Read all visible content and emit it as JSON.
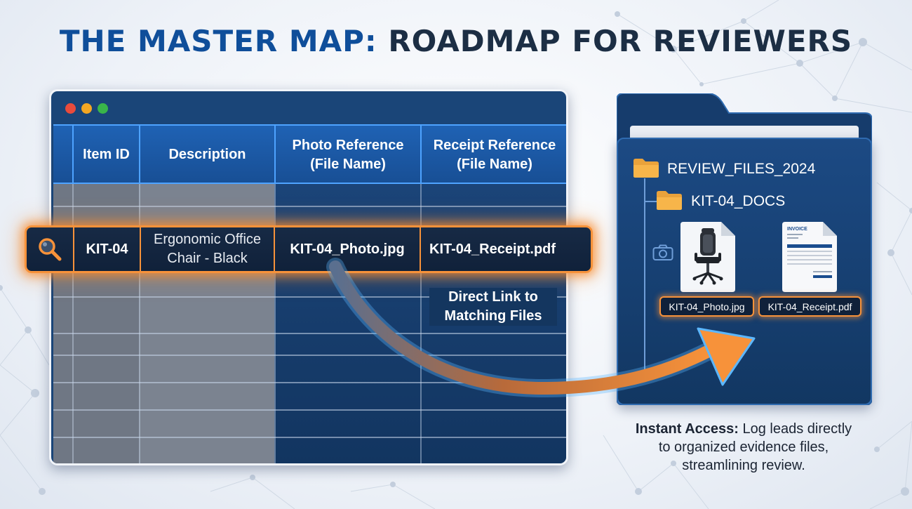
{
  "title": {
    "part1": "THE MASTER MAP:",
    "part2": "ROADMAP FOR REVIEWERS"
  },
  "window_controls": [
    "close",
    "minimize",
    "maximize"
  ],
  "table": {
    "headers": {
      "item_id": "Item ID",
      "description": "Description",
      "photo_ref_line1": "Photo Reference",
      "photo_ref_line2": "(File Name)",
      "receipt_ref_line1": "Receipt Reference",
      "receipt_ref_line2": "(File Name)"
    },
    "highlighted_row": {
      "icon": "magnifier-icon",
      "item_id": "KIT-04",
      "description_line1": "Ergonomic Office",
      "description_line2": "Chair - Black",
      "photo_ref": "KIT-04_Photo.jpg",
      "receipt_ref": "KIT-04_Receipt.pdf"
    }
  },
  "annotation": {
    "line1": "Direct Link to",
    "line2": "Matching Files"
  },
  "folder": {
    "root": "REVIEW_FILES_2024",
    "subfolder": "KIT-04_DOCS",
    "camera_icon": "camera-icon",
    "files": [
      {
        "name": "KIT-04_Photo.jpg",
        "thumb": "chair-photo"
      },
      {
        "name": "KIT-04_Receipt.pdf",
        "thumb": "invoice",
        "thumb_label": "INVOICE"
      }
    ]
  },
  "caption": {
    "bold": "Instant Access:",
    "rest_line1": " Log leads directly",
    "line2": "to organized evidence files,",
    "line3": "streamlining review."
  },
  "colors": {
    "accent_orange": "#f7923a",
    "header_blue": "#1f62b4",
    "title_blue": "#0f4e9a",
    "title_dark": "#1c2e44"
  }
}
